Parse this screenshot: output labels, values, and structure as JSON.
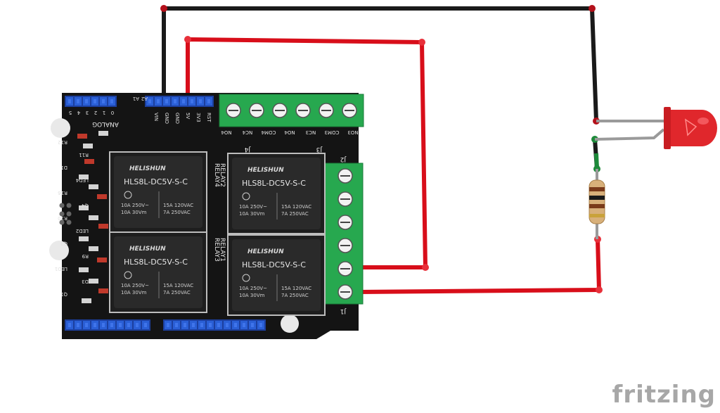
{
  "brand": "fritzing",
  "colors": {
    "pcb": "#141414",
    "header": "#2a5fd6",
    "terminal": "#27a84f",
    "wire_red": "#d80e1a",
    "wire_black": "#1a1a1a",
    "led": "#e0272c",
    "relay_body": "#2a2a2a"
  },
  "shield": {
    "power_header": [
      "VIN",
      "GND",
      "GND",
      "5V",
      "3V3",
      "RST"
    ],
    "analog_header": [
      "5",
      "4",
      "3",
      "2",
      "1",
      "0"
    ],
    "analog_label": "ANALOG",
    "top_refs": [
      "A1",
      "A2"
    ],
    "terminal_top_labels": [
      "NO4",
      "NC4",
      "COM4",
      "NO4",
      "NC3",
      "COM3",
      "NO3"
    ],
    "terminal_refs": [
      "J4",
      "J3",
      "J2",
      "J1"
    ],
    "relay_labels": [
      "RELAY4",
      "RELAY3",
      "RELAY2",
      "RELAY1"
    ],
    "relay_brand": "HELISHUN",
    "relay_model": "HLS8L-DC5V-S-C",
    "relay_spec": [
      "10A 250V~",
      "10A 30Vm",
      "15A 120VAC",
      "7A 250VAC"
    ],
    "left_refs": [
      "R12",
      "R11",
      "D1",
      "LED4",
      "R16",
      "Q4",
      "R10",
      "LED2",
      "Q3",
      "R9",
      "LED1",
      "D3",
      "Q1"
    ]
  },
  "components": {
    "resistor": "resistor",
    "led": "led"
  }
}
